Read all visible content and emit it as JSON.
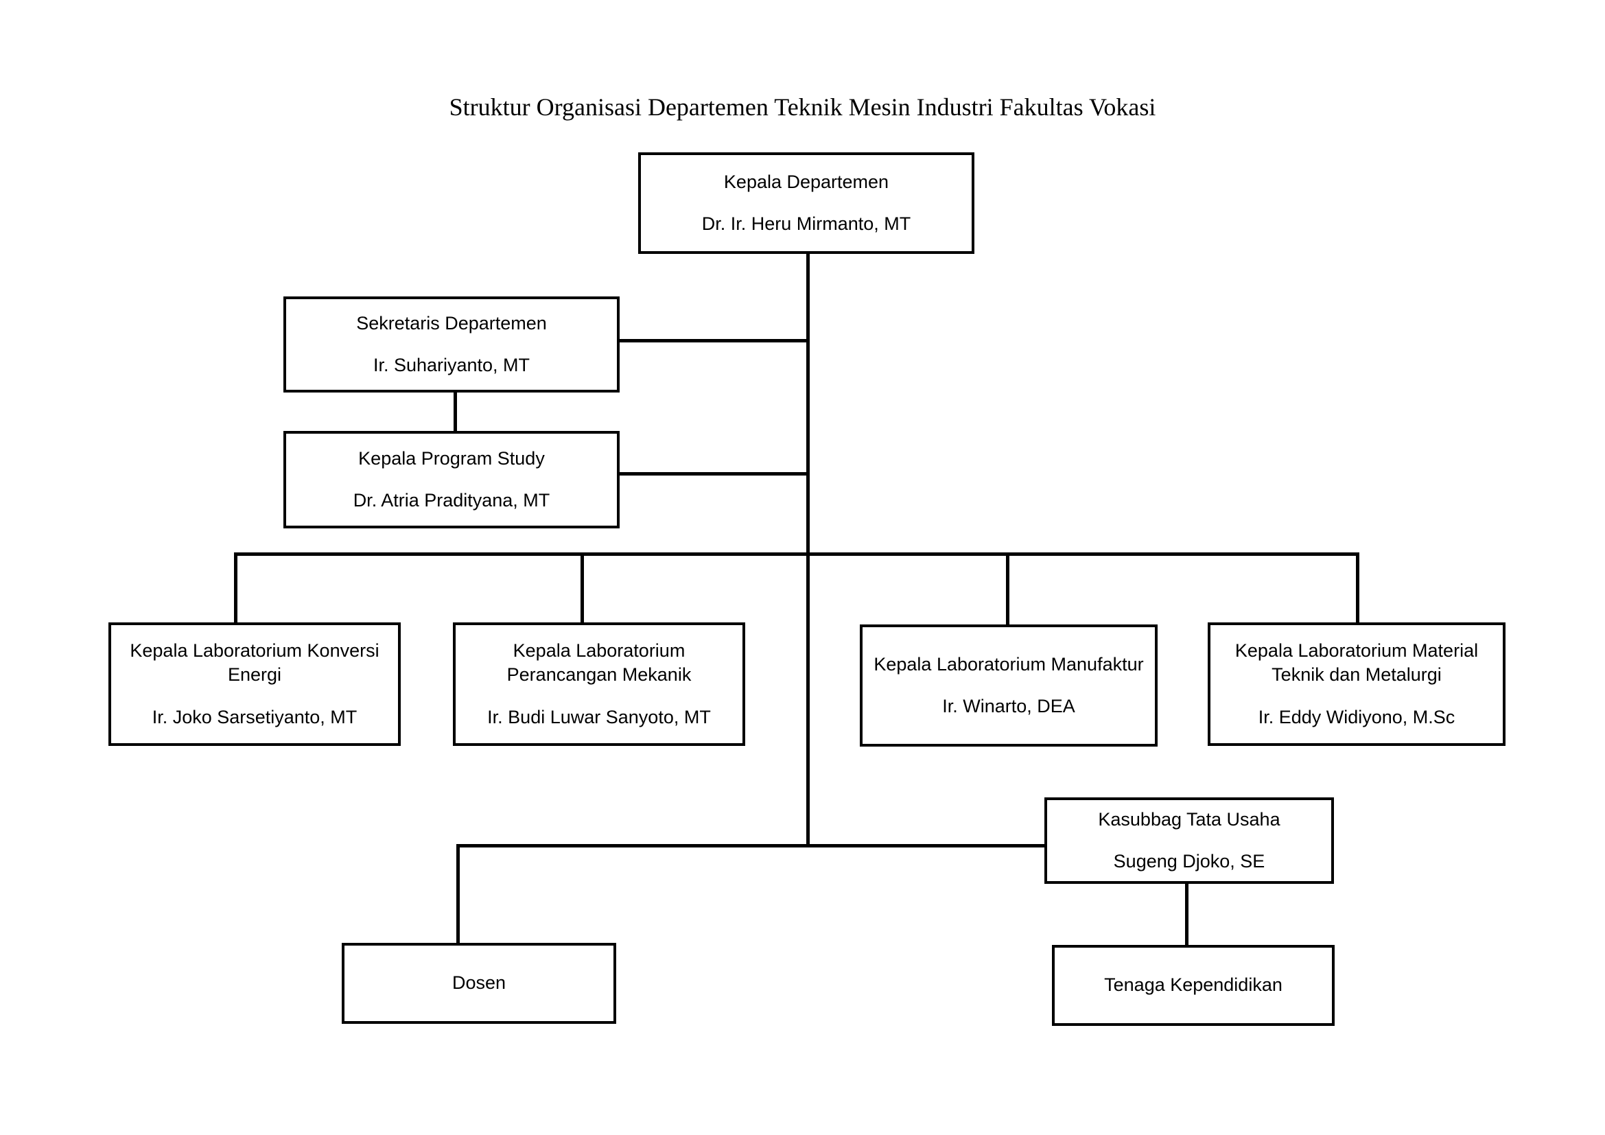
{
  "page": {
    "title": "Struktur Organisasi Departemen Teknik Mesin Industri Fakultas Vokasi",
    "background": "#ffffff",
    "line_color": "#000000",
    "text_color": "#000000"
  },
  "chart_data": {
    "type": "diagram",
    "subtype": "organization-chart",
    "title": "Struktur Organisasi Departemen Teknik Mesin Industri Fakultas Vokasi",
    "nodes": [
      {
        "id": "kepala-departemen",
        "role": "Kepala Departemen",
        "person": "Dr. Ir. Heru Mirmanto, MT",
        "level": 0
      },
      {
        "id": "sekretaris-departemen",
        "role": "Sekretaris Departemen",
        "person": "Ir. Suhariyanto, MT",
        "level": 1
      },
      {
        "id": "kepala-program-study",
        "role": "Kepala Program Study",
        "person": "Dr. Atria Pradityana, MT",
        "level": 2
      },
      {
        "id": "lab-konversi-energi",
        "role": "Kepala Laboratorium Konversi Energi",
        "person": "Ir. Joko Sarsetiyanto, MT",
        "level": 3
      },
      {
        "id": "lab-perancangan-mekanik",
        "role": "Kepala Laboratorium Perancangan Mekanik",
        "person": "Ir. Budi Luwar Sanyoto, MT",
        "level": 3
      },
      {
        "id": "lab-manufaktur",
        "role": "Kepala Laboratorium Manufaktur",
        "person": "Ir. Winarto, DEA",
        "level": 3
      },
      {
        "id": "lab-material-teknik-metalurgi",
        "role": "Kepala Laboratorium Material Teknik dan Metalurgi",
        "person": "Ir. Eddy Widiyono, M.Sc",
        "level": 3
      },
      {
        "id": "kasubbag-tata-usaha",
        "role": "Kasubbag Tata Usaha",
        "person": "Sugeng Djoko, SE",
        "level": 3
      },
      {
        "id": "dosen",
        "role": "Dosen",
        "person": "",
        "level": 4
      },
      {
        "id": "tenaga-kependidikan",
        "role": "Tenaga Kependidikan",
        "person": "",
        "level": 4
      }
    ],
    "edges": [
      {
        "from": "kepala-departemen",
        "to": "sekretaris-departemen"
      },
      {
        "from": "kepala-departemen",
        "to": "kepala-program-study"
      },
      {
        "from": "sekretaris-departemen",
        "to": "kepala-program-study"
      },
      {
        "from": "kepala-departemen",
        "to": "lab-konversi-energi"
      },
      {
        "from": "kepala-departemen",
        "to": "lab-perancangan-mekanik"
      },
      {
        "from": "kepala-departemen",
        "to": "lab-manufaktur"
      },
      {
        "from": "kepala-departemen",
        "to": "lab-material-teknik-metalurgi"
      },
      {
        "from": "kepala-departemen",
        "to": "kasubbag-tata-usaha"
      },
      {
        "from": "kepala-departemen",
        "to": "dosen"
      },
      {
        "from": "kasubbag-tata-usaha",
        "to": "tenaga-kependidikan"
      }
    ]
  },
  "nodes": {
    "kepala_departemen": {
      "role": "Kepala Departemen",
      "person": "Dr. Ir. Heru Mirmanto, MT"
    },
    "sekretaris_departemen": {
      "role": "Sekretaris Departemen",
      "person": "Ir. Suhariyanto, MT"
    },
    "kepala_program_study": {
      "role": "Kepala Program Study",
      "person": "Dr. Atria Pradityana, MT"
    },
    "lab_konversi_energi": {
      "role": "Kepala Laboratorium Konversi Energi",
      "person": "Ir. Joko Sarsetiyanto, MT"
    },
    "lab_perancangan_mekanik": {
      "role": "Kepala Laboratorium Perancangan Mekanik",
      "person": "Ir. Budi Luwar Sanyoto, MT"
    },
    "lab_manufaktur": {
      "role": "Kepala Laboratorium Manufaktur",
      "person": "Ir. Winarto, DEA"
    },
    "lab_material": {
      "role": "Kepala Laboratorium Material Teknik dan Metalurgi",
      "person": "Ir. Eddy Widiyono, M.Sc"
    },
    "kasubbag_tata_usaha": {
      "role": "Kasubbag Tata Usaha",
      "person": "Sugeng Djoko, SE"
    },
    "dosen": {
      "role": "Dosen"
    },
    "tenaga_kependidikan": {
      "role": "Tenaga Kependidikan"
    }
  }
}
